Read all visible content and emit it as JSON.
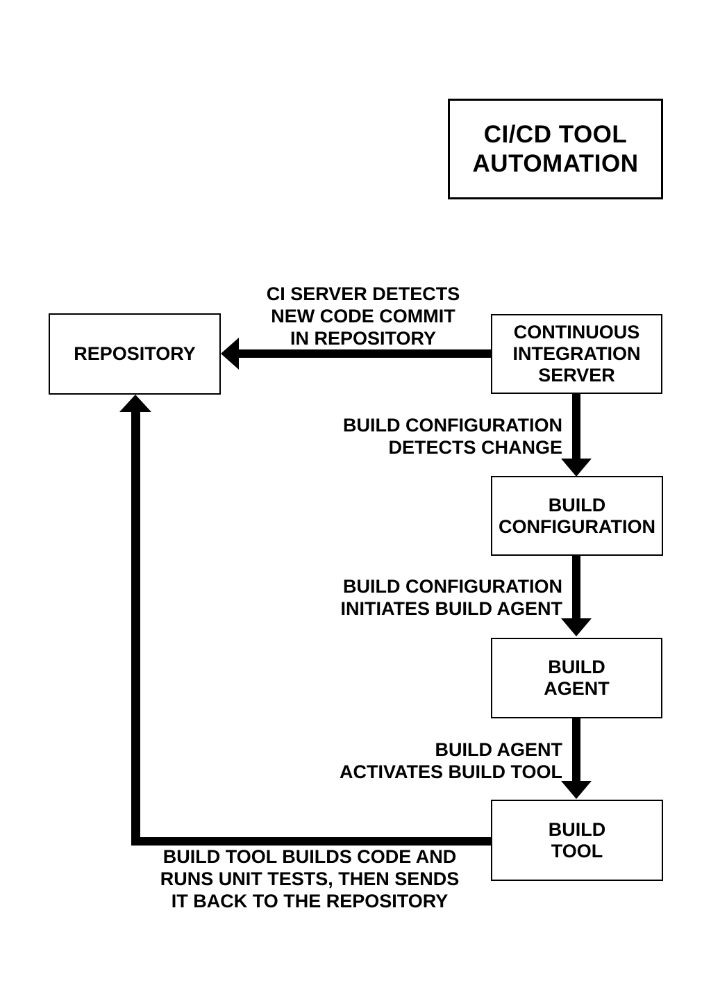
{
  "diagram": {
    "title": "CI/CD TOOL\nAUTOMATION",
    "colors": {
      "ink": "#000000",
      "background": "#ffffff"
    },
    "nodes": [
      {
        "id": "repository",
        "label": "REPOSITORY"
      },
      {
        "id": "ci-server",
        "label": "CONTINUOUS\nINTEGRATION\nSERVER"
      },
      {
        "id": "build-configuration",
        "label": "BUILD\nCONFIGURATION"
      },
      {
        "id": "build-agent",
        "label": "BUILD\nAGENT"
      },
      {
        "id": "build-tool",
        "label": "BUILD\nTOOL"
      }
    ],
    "edges": [
      {
        "from": "ci-server",
        "to": "repository",
        "label": "CI SERVER DETECTS\nNEW CODE COMMIT\nIN REPOSITORY"
      },
      {
        "from": "ci-server",
        "to": "build-configuration",
        "label": "BUILD CONFIGURATION\nDETECTS CHANGE"
      },
      {
        "from": "build-configuration",
        "to": "build-agent",
        "label": "BUILD CONFIGURATION\nINITIATES BUILD AGENT"
      },
      {
        "from": "build-agent",
        "to": "build-tool",
        "label": "BUILD AGENT\nACTIVATES BUILD TOOL"
      },
      {
        "from": "build-tool",
        "to": "repository",
        "label": "BUILD TOOL BUILDS CODE AND\nRUNS UNIT TESTS, THEN SENDS\nIT BACK TO THE REPOSITORY"
      }
    ]
  }
}
